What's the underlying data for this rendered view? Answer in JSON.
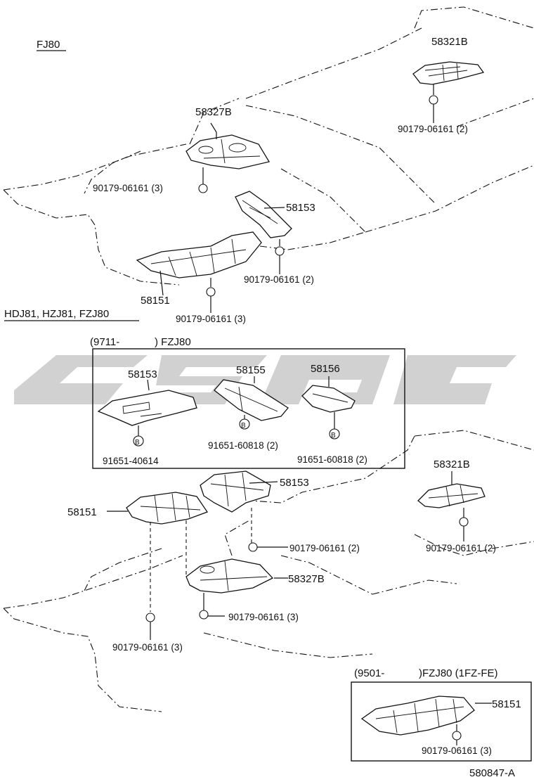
{
  "sections": {
    "fj80": "FJ80",
    "hdj81": "HDJ81, HZJ81, FZJ80",
    "inset_9711": {
      "date": "(9711-",
      "model": ") FZJ80"
    },
    "inset_9501": {
      "date": "(9501-",
      "model": ")FZJ80 (1FZ-FE)"
    }
  },
  "top": {
    "p58321B": "58321B",
    "p58327B": "58327B",
    "p58153": "58153",
    "p58151": "58151",
    "nut_a": "90179-06161 (2)",
    "nut_b": "90179-06161 (3)",
    "nut_c": "90179-06161 (2)",
    "nut_d": "90179-06161 (3)"
  },
  "inset": {
    "p58153": "58153",
    "p58155": "58155",
    "p58156": "58156",
    "bolt_a": "91651-40614",
    "bolt_b": "91651-60818 (2)",
    "bolt_c": "91651-60818 (2)",
    "bubble": "B"
  },
  "bottom": {
    "p58153": "58153",
    "p58151": "58151",
    "p58321B": "58321B",
    "p58327B": "58327B",
    "nut_a": "90179-06161 (2)",
    "nut_b": "90179-06161 (2)",
    "nut_c": "90179-06161 (3)",
    "nut_d": "90179-06161 (3)"
  },
  "inset2": {
    "p58151": "58151",
    "nut": "90179-06161 (3)"
  },
  "figure_id": "580847-A"
}
